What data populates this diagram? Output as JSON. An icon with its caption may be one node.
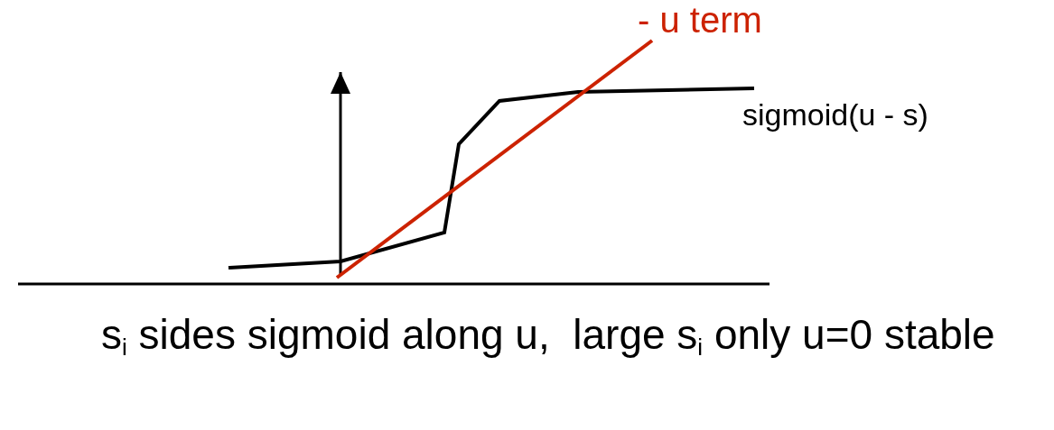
{
  "diagram": {
    "caption": "s$_{i}$ sides sigmoid along u,  large s$_{i}$ only u=0 stable",
    "labels": [
      "- u term",
      "sigmoid(u - s)"
    ]
  }
}
